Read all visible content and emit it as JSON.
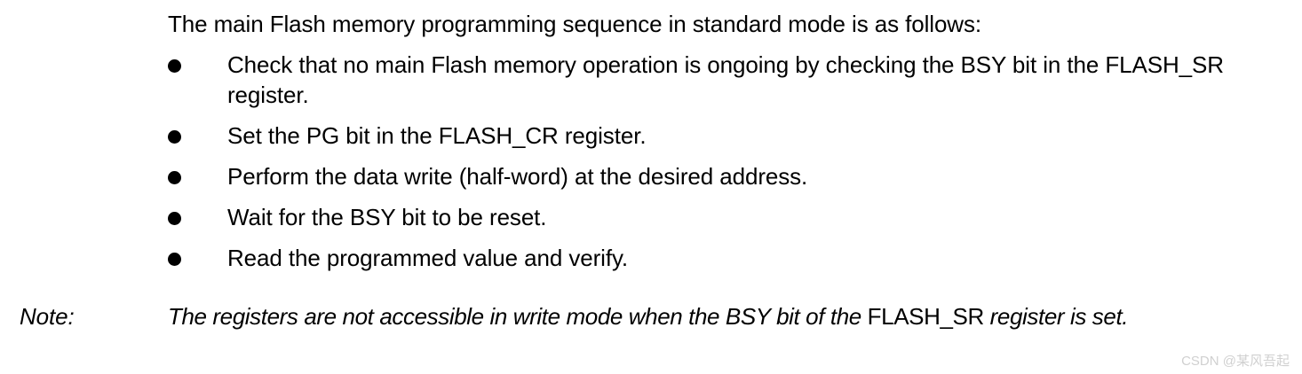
{
  "document": {
    "intro": "The main Flash memory programming sequence in standard mode is as follows:",
    "bullets": [
      {
        "text": "Check that no main Flash memory operation is ongoing by checking the BSY bit in the FLASH_SR register."
      },
      {
        "text": "Set the PG bit in the FLASH_CR register."
      },
      {
        "text": "Perform the data write (half-word) at the desired address."
      },
      {
        "text": "Wait for the BSY bit to be reset."
      },
      {
        "text": "Read the programmed value and verify."
      }
    ],
    "note": {
      "label": "Note:",
      "text_before": "The registers are not accessible in write mode when the BSY bit of the ",
      "upright_term": "FLASH_SR",
      "text_after": " register is set."
    },
    "watermark": "CSDN @某风吾起",
    "colors": {
      "text": "#000000",
      "background": "#ffffff",
      "watermark": "#d0d0d0"
    }
  }
}
